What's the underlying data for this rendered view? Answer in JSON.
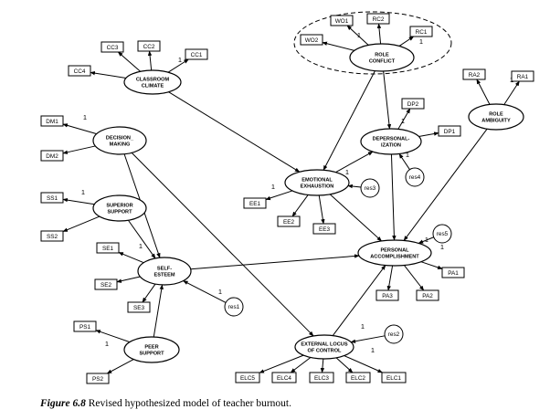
{
  "caption": {
    "label": "Figure 6.8",
    "text": "Revised hypothesized model of teacher burnout."
  },
  "latent": {
    "RC": [
      "ROLE",
      "CONFLICT"
    ],
    "CC": [
      "CLASSROOM",
      "CLIMATE"
    ],
    "RA": [
      "ROLE",
      "AMBIGUITY"
    ],
    "DM": [
      "DECISION_",
      "MAKING"
    ],
    "DP": [
      "DEPERSONAL-",
      "IZATION"
    ],
    "EE": [
      "EMOTIONAL",
      "EXHAUSTION"
    ],
    "SS": [
      "SUPERIOR",
      "SUPPORT"
    ],
    "SE": [
      "SELF-",
      "ESTEEM"
    ],
    "PA": [
      "PERSONAL",
      "ACCOMPLISHMENT"
    ],
    "PS": [
      "PEER",
      "SUPPORT"
    ],
    "ELC": [
      "EXTERNAL LOCUS",
      "OF CONTROL"
    ]
  },
  "indicators": {
    "WO1": "WO1",
    "WO2": "WO2",
    "RC2": "RC2",
    "RC1": "RC1",
    "CC3": "CC3",
    "CC2": "CC2",
    "CC1": "CC1",
    "CC4": "CC4",
    "RA2": "RA2",
    "RA1": "RA1",
    "DM1": "DM1",
    "DM2": "DM2",
    "DP2": "DP2",
    "DP1": "DP1",
    "EE1": "EE1",
    "EE2": "EE2",
    "EE3": "EE3",
    "SS1": "SS1",
    "SS2": "SS2",
    "SE1": "SE1",
    "SE2": "SE2",
    "SE3": "SE3",
    "PA1": "PA1",
    "PA2": "PA2",
    "PA3": "PA3",
    "PS1": "PS1",
    "PS2": "PS2",
    "ELC5": "ELC5",
    "ELC4": "ELC4",
    "ELC3": "ELC3",
    "ELC2": "ELC2",
    "ELC1": "ELC1"
  },
  "residuals": {
    "res1": "res1",
    "res2": "res2",
    "res3": "res3",
    "res4": "res4",
    "res5": "res5"
  },
  "path_label": "1"
}
